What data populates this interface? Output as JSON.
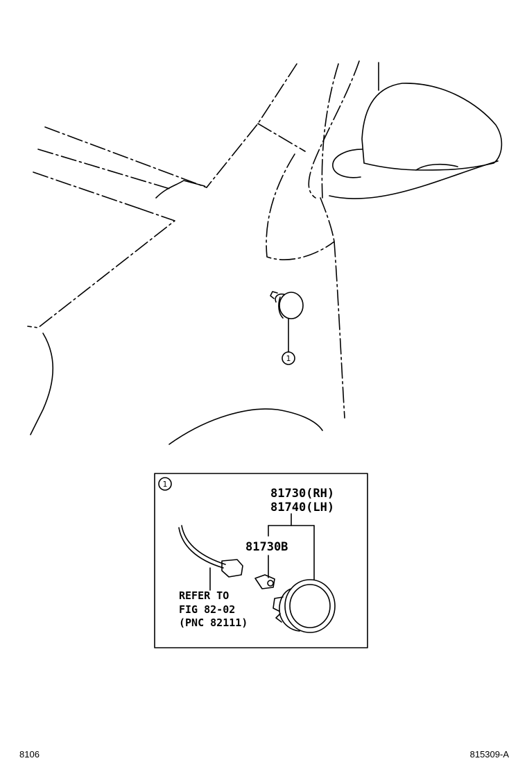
{
  "callout": {
    "number": "1"
  },
  "detail": {
    "callout_number": "1",
    "parts": [
      {
        "label": "81730(RH)"
      },
      {
        "label": "81740(LH)"
      },
      {
        "label": "81730B"
      }
    ],
    "reference": {
      "line1": "REFER TO",
      "line2": "FIG 82-02",
      "line3": "(PNC 82111)"
    }
  },
  "footer": {
    "left_code": "8106",
    "right_code": "815309-A"
  }
}
